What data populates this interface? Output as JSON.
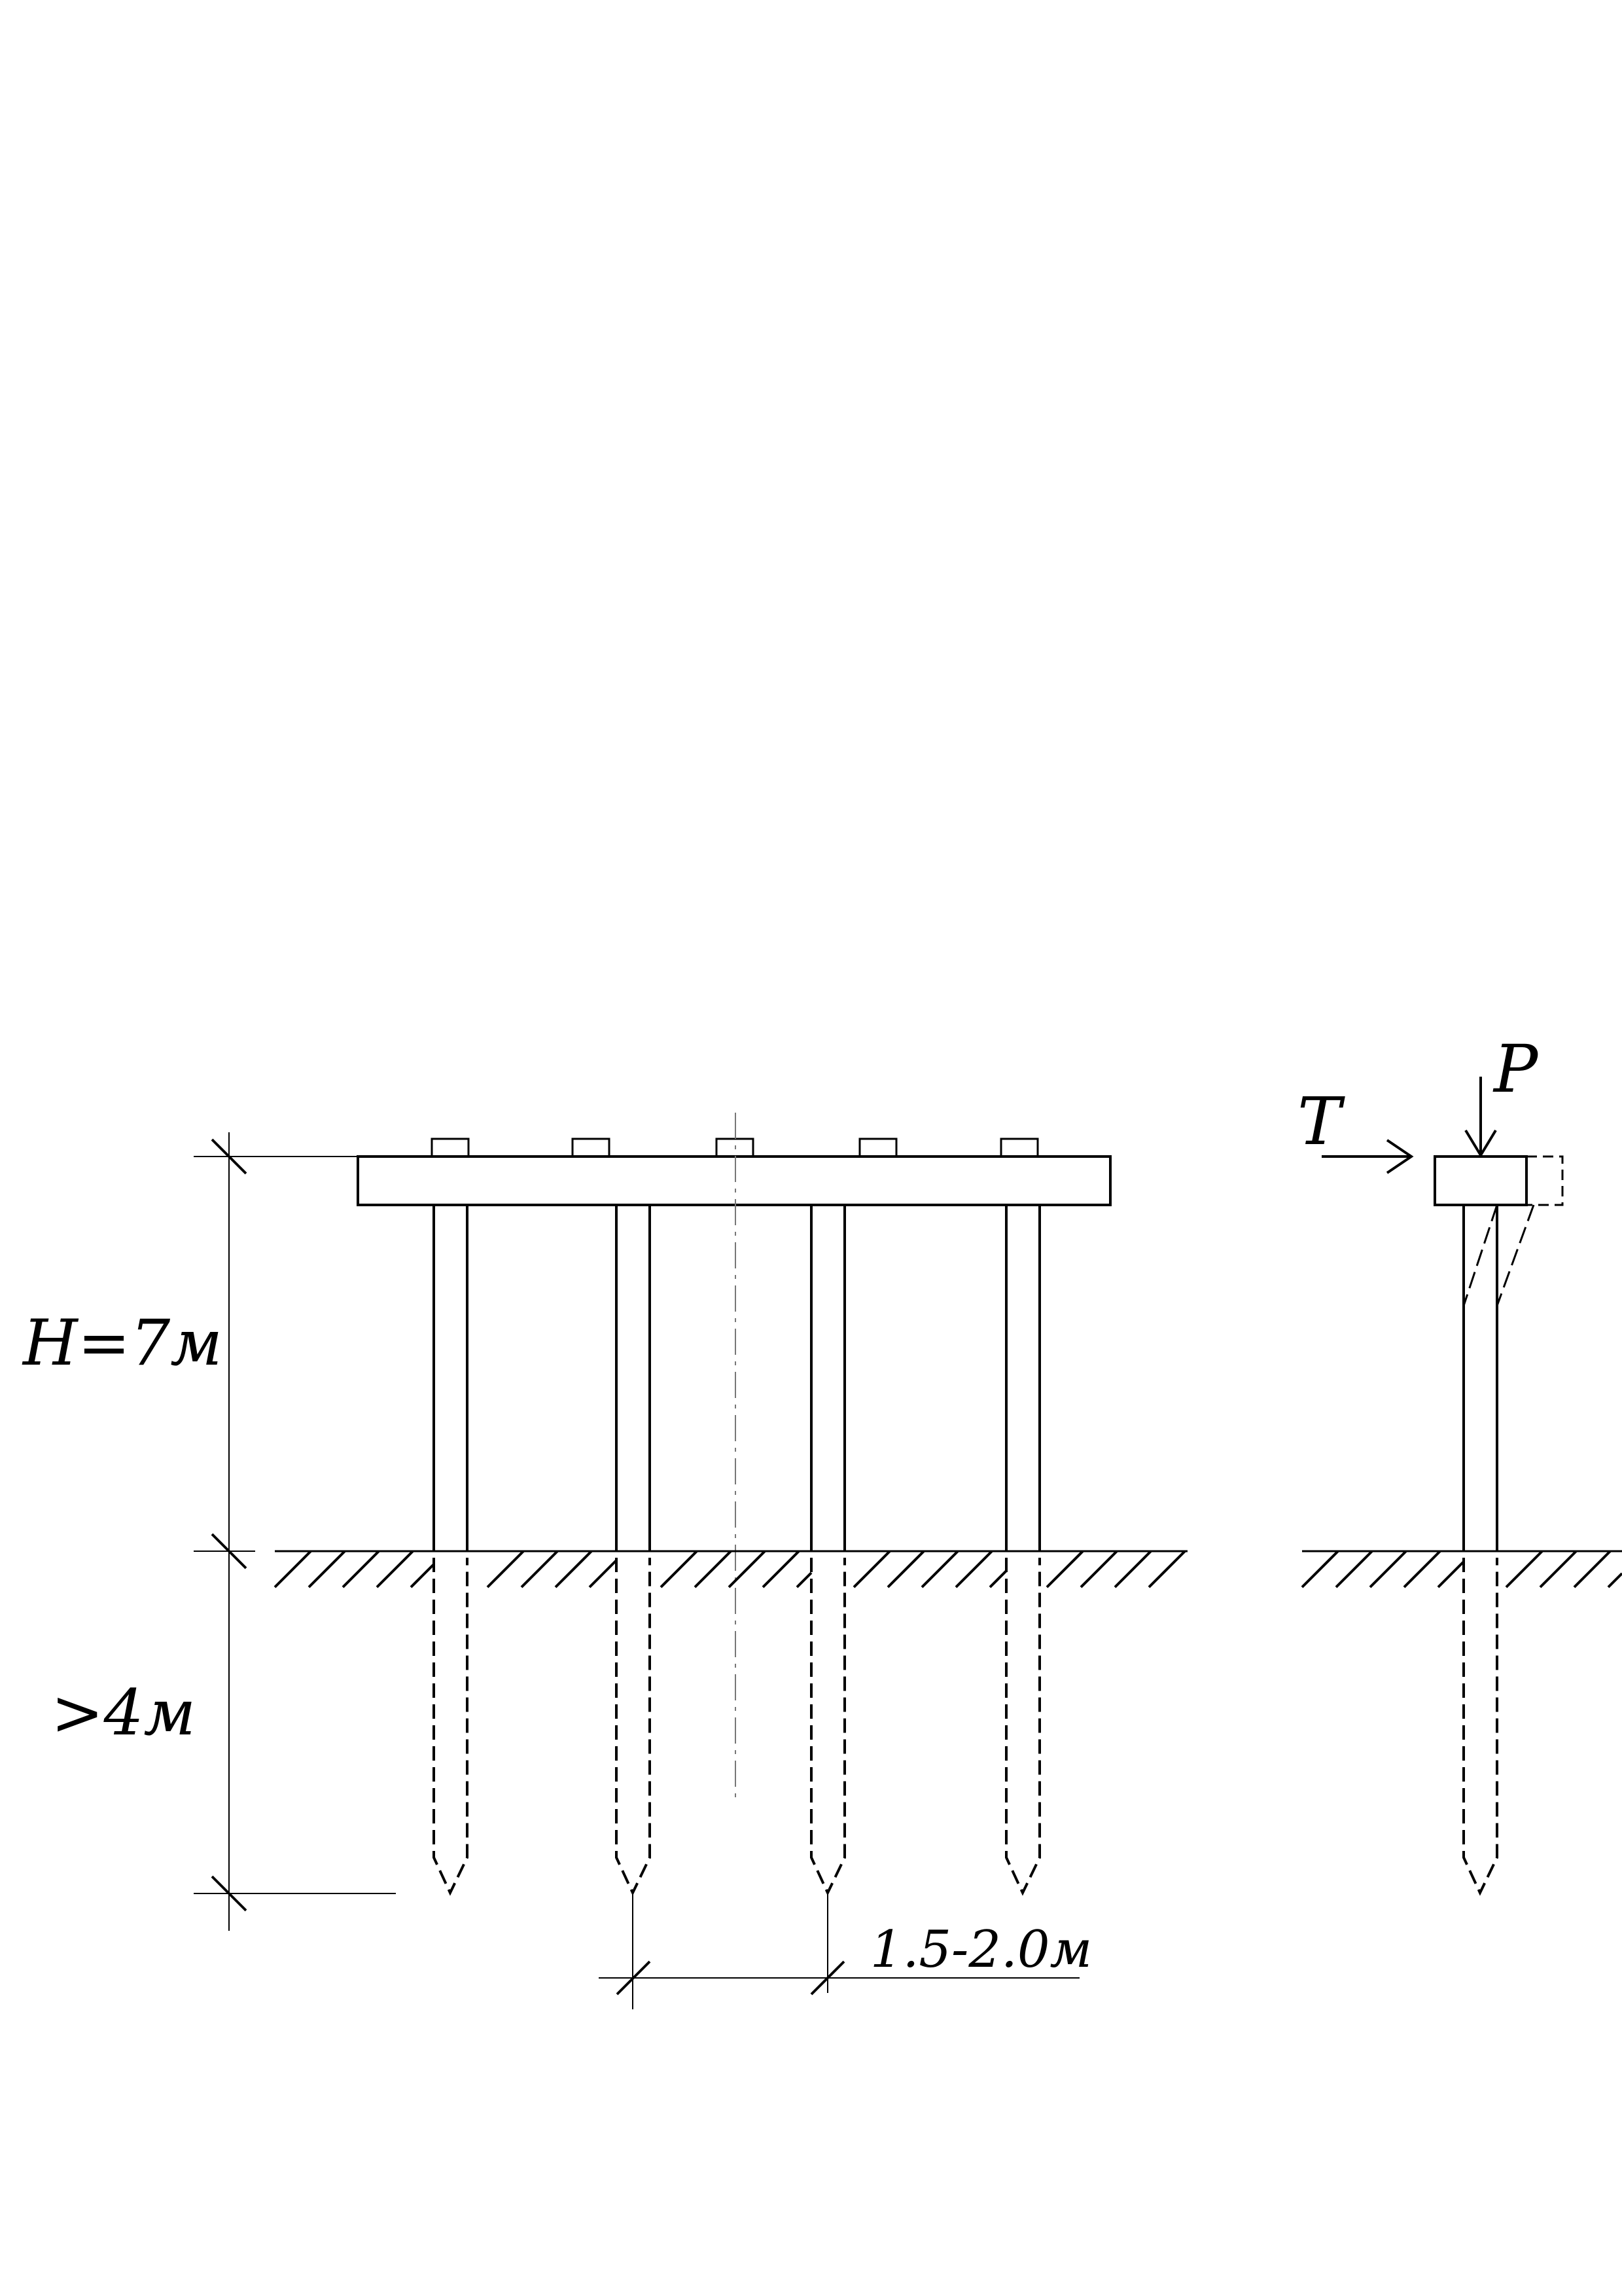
{
  "labels": {
    "height": "H=7м",
    "depth": ">4м",
    "spacing": "1.5-2.0м",
    "horizontal_force": "T",
    "vertical_force": "P"
  },
  "colors": {
    "line": "#000000",
    "background": "#ffffff",
    "axis_line": "#777777"
  }
}
